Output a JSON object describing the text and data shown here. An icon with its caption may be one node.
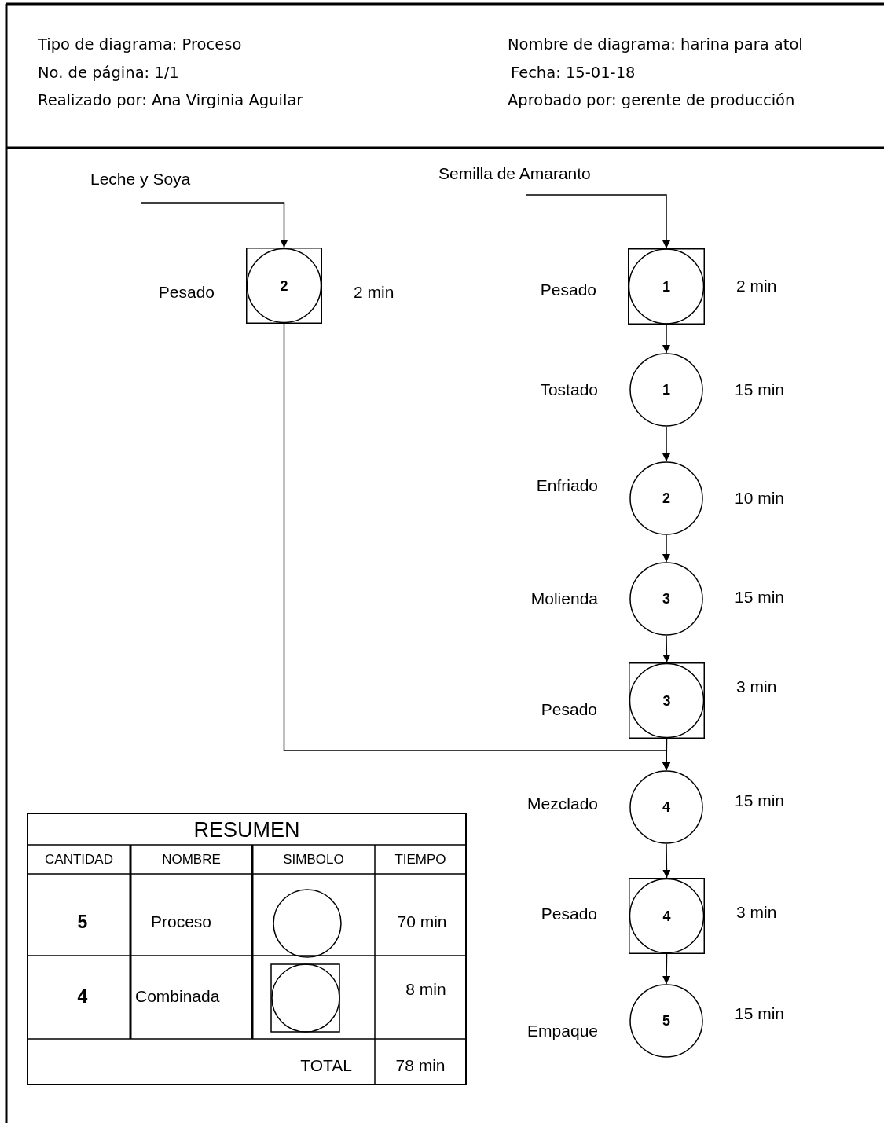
{
  "diagram": {
    "nodes": [
      {
        "text": [
          "Leche y Soya"
        ]
      },
      {
        "text": [
          "Semilla de Amaranto"
        ]
      },
      {
        "text": [
          "2"
        ],
        "beside": [
          "Pesado",
          "2 min"
        ]
      },
      {
        "text": [
          "1"
        ],
        "beside": [
          "Pesado",
          "2 min"
        ]
      },
      {
        "text": [
          "1"
        ],
        "beside": [
          "Tostado",
          "15 min"
        ]
      },
      {
        "text": [
          "2"
        ],
        "beside": [
          "Enfriado",
          "10 min"
        ]
      },
      {
        "text": [
          "3"
        ],
        "beside": [
          "Molienda",
          "15 min"
        ]
      },
      {
        "text": [
          "3"
        ],
        "beside": [
          "Pesado",
          "3 min"
        ]
      },
      {
        "text": [
          "4"
        ],
        "beside": [
          "Mezclado",
          "15 min"
        ]
      },
      {
        "text": [
          "4"
        ],
        "beside": [
          "Pesado",
          "3 min"
        ]
      },
      {
        "text": [
          "5"
        ],
        "beside": [
          "Empaque",
          "15 min"
        ]
      }
    ],
    "edges": [
      {
        "from": 0,
        "to": 2,
        "arrow": "to"
      },
      {
        "from": 1,
        "to": 3,
        "arrow": "to"
      },
      {
        "from": 3,
        "to": 4,
        "arrow": "to"
      },
      {
        "from": 4,
        "to": 5,
        "arrow": "to"
      },
      {
        "from": 5,
        "to": 6,
        "arrow": "to"
      },
      {
        "from": 6,
        "to": 7,
        "arrow": "to"
      },
      {
        "from": 7,
        "to": 8,
        "arrow": "to"
      },
      {
        "from": 2,
        "to": 8,
        "arrow": "to"
      },
      {
        "from": 8,
        "to": 9,
        "arrow": "to"
      },
      {
        "from": 9,
        "to": 10,
        "arrow": "to"
      }
    ],
    "labels": [
      "Tipo de diagrama: Proceso",
      "Nombre de diagrama: harina para atol",
      "No. de página: 1/1",
      "Fecha: 15-01-18",
      "Realizado por: Ana Virginia Aguilar",
      "Aprobado por: gerente de producción",
      "RESUMEN",
      "CANTIDAD",
      "NOMBRE",
      "SIMBOLO",
      "TIEMPO",
      "5",
      "Proceso",
      "70 min",
      "4",
      "Combinada",
      "8 min",
      "TOTAL",
      "78 min"
    ]
  }
}
